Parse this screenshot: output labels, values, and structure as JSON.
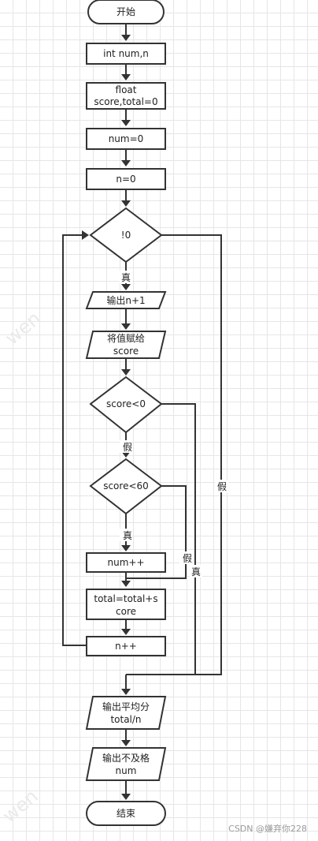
{
  "nodes": {
    "start": "开始",
    "declare_int": "int num,n",
    "declare_float_1": "float",
    "declare_float_2": "score,total=0",
    "init_num": "num=0",
    "init_n": "n=0",
    "loop_cond": "!0",
    "output_n": "输出n+1",
    "input_score_1": "将值赋给",
    "input_score_2": "score",
    "cond_lt0": "score<0",
    "cond_lt60": "score<60",
    "inc_num": "num++",
    "total_1": "total=total+s",
    "total_2": "core",
    "inc_n": "n++",
    "output_avg_1": "输出平均分",
    "output_avg_2": "total/n",
    "output_fail_1": "输出不及格",
    "output_fail_2": "num",
    "end": "结束"
  },
  "labels": {
    "true": "真",
    "false": "假"
  },
  "watermark": {
    "text": "wen",
    "csdn": "CSDN @嫌弃你228"
  }
}
